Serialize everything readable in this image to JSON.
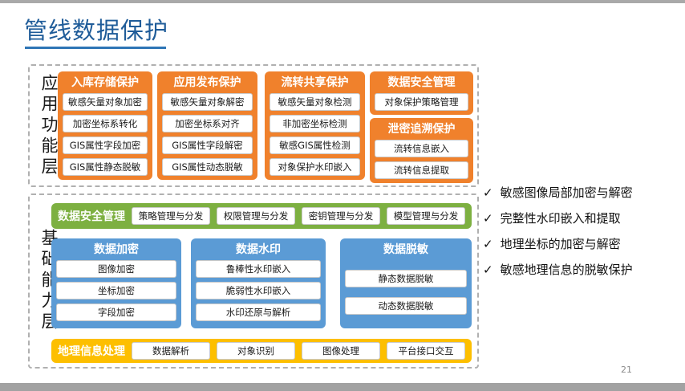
{
  "slide": {
    "title": "管线数据保护",
    "page_number": "21"
  },
  "colors": {
    "title_blue": "#1F5C99",
    "underline_blue": "#2E75B6",
    "orange": "#F0812C",
    "green": "#7DB041",
    "blue": "#5B9BD5",
    "yellow": "#FDBF00"
  },
  "app_layer": {
    "label": "应用功能层",
    "panels": [
      {
        "title": "入库存储保护",
        "items": [
          "敏感矢量对象加密",
          "加密坐标系转化",
          "GIS属性字段加密",
          "GIS属性静态脱敏"
        ]
      },
      {
        "title": "应用发布保护",
        "items": [
          "敏感矢量对象解密",
          "加密坐标系对齐",
          "GIS属性字段解密",
          "GIS属性动态脱敏"
        ]
      },
      {
        "title": "流转共享保护",
        "items": [
          "敏感矢量对象检测",
          "非加密坐标检测",
          "敏感GIS属性检测",
          "对象保护水印嵌入"
        ]
      },
      {
        "title": "数据安全管理",
        "items": [
          "对象保护策略管理"
        ]
      },
      {
        "title": "泄密追溯保护",
        "items": [
          "流转信息嵌入",
          "流转信息提取"
        ]
      }
    ]
  },
  "base_layer": {
    "label": "基础能力层",
    "green_bar": {
      "title": "数据安全管理",
      "items": [
        "策略管理与分发",
        "权限管理与分发",
        "密钥管理与分发",
        "模型管理与分发"
      ]
    },
    "blue_panels": [
      {
        "title": "数据加密",
        "items": [
          "图像加密",
          "坐标加密",
          "字段加密"
        ]
      },
      {
        "title": "数据水印",
        "items": [
          "鲁棒性水印嵌入",
          "脆弱性水印嵌入",
          "水印还原与解析"
        ]
      },
      {
        "title": "数据脱敏",
        "items": [
          "静态数据脱敏",
          "动态数据脱敏"
        ]
      }
    ],
    "yellow_bar": {
      "title": "地理信息处理",
      "items": [
        "数据解析",
        "对象识别",
        "图像处理",
        "平台接口交互"
      ]
    }
  },
  "checklist": {
    "check_glyph": "✓",
    "items": [
      "敏感图像局部加密与解密",
      "完整性水印嵌入和提取",
      "地理坐标的加密与解密",
      "敏感地理信息的脱敏保护"
    ]
  }
}
